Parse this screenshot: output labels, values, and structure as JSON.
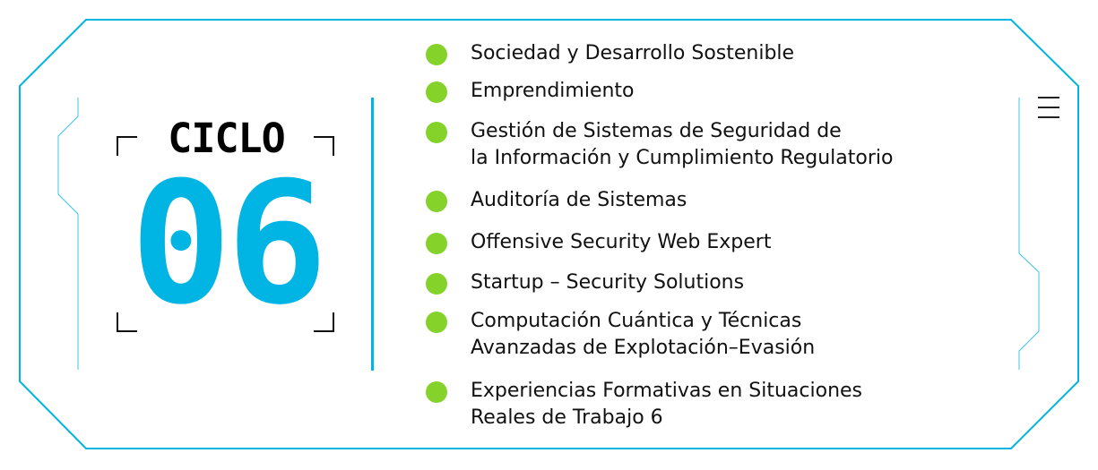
{
  "cycle": {
    "label": "CICLO",
    "number": "06"
  },
  "courses": [
    {
      "lines": [
        "Sociedad y Desarrollo Sostenible"
      ]
    },
    {
      "lines": [
        "Emprendimiento"
      ]
    },
    {
      "lines": [
        "Gestión de Sistemas de Seguridad de",
        "la Información y Cumplimiento Regulatorio"
      ]
    },
    {
      "lines": [
        "Auditoría de Sistemas"
      ]
    },
    {
      "lines": [
        "Offensive Security Web Expert"
      ]
    },
    {
      "lines": [
        "Startup – Security Solutions"
      ]
    },
    {
      "lines": [
        "Computación Cuántica y Técnicas",
        "Avanzadas de Explotación–Evasión"
      ]
    },
    {
      "lines": [
        "Experiencias Formativas en Situaciones",
        "Reales de Trabajo 6"
      ]
    }
  ],
  "colors": {
    "accent": "#00b4e3",
    "bullet": "#84d22a",
    "text": "#111111"
  },
  "icons": {
    "menu": "hamburger-menu-icon",
    "bullet": "green-dot-icon"
  }
}
